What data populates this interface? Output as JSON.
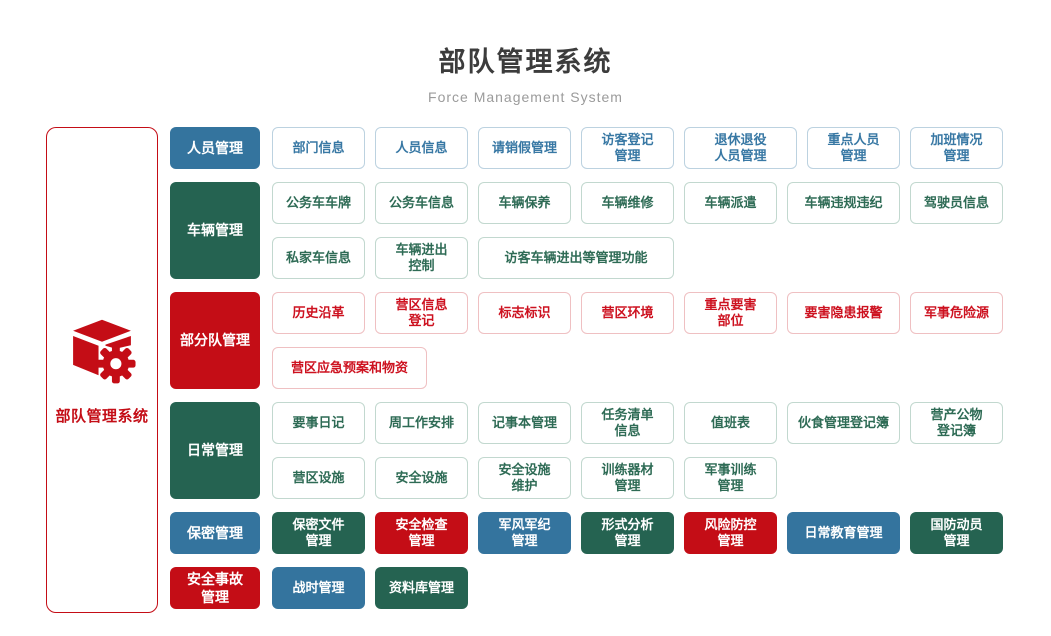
{
  "header": {
    "title": "部队管理系统",
    "subtitle": "Force Management System"
  },
  "root": {
    "label": "部队管理系统",
    "icon": "cube-gear-icon"
  },
  "colors": {
    "blue": "#34749E",
    "green": "#256351",
    "red": "#C40D16",
    "blue_border": "#BCD2E0",
    "green_border": "#C2D8CF",
    "red_border": "#EFC0C2",
    "title": "#3C3C3C",
    "subtitle": "#9B9B9B"
  },
  "rows": [
    {
      "id": "personnel",
      "category": {
        "label": "人员管理",
        "color": "blue"
      },
      "item_style": "outline",
      "item_color": "blue",
      "lines": [
        [
          {
            "label": "部门信息"
          },
          {
            "label": "人员信息"
          },
          {
            "label": "请销假管理"
          },
          {
            "label": "访客登记\n管理"
          },
          {
            "label": "退休退役\n人员管理",
            "width": "wide"
          },
          {
            "label": "重点人员\n管理"
          },
          {
            "label": "加班情况\n管理"
          }
        ]
      ]
    },
    {
      "id": "vehicle",
      "category": {
        "label": "车辆管理",
        "color": "green"
      },
      "item_style": "outline",
      "item_color": "green",
      "lines": [
        [
          {
            "label": "公务车车牌"
          },
          {
            "label": "公务车信息"
          },
          {
            "label": "车辆保养"
          },
          {
            "label": "车辆维修"
          },
          {
            "label": "车辆派遣"
          },
          {
            "label": "车辆违规违纪",
            "width": "wide"
          },
          {
            "label": "驾驶员信息"
          }
        ],
        [
          {
            "label": "私家车信息"
          },
          {
            "label": "车辆进出\n控制"
          },
          {
            "label": "访客车辆进出等管理功能",
            "width": "xwide"
          }
        ]
      ]
    },
    {
      "id": "subunit",
      "category": {
        "label": "部分队管理",
        "color": "red"
      },
      "item_style": "outline",
      "item_color": "red",
      "lines": [
        [
          {
            "label": "历史沿革"
          },
          {
            "label": "营区信息\n登记"
          },
          {
            "label": "标志标识"
          },
          {
            "label": "营区环境"
          },
          {
            "label": "重点要害\n部位"
          },
          {
            "label": "要害隐患报警",
            "width": "wide"
          },
          {
            "label": "军事危险源"
          }
        ],
        [
          {
            "label": "营区应急预案和物资",
            "width": "mwide"
          }
        ]
      ]
    },
    {
      "id": "daily",
      "category": {
        "label": "日常管理",
        "color": "green"
      },
      "item_style": "outline",
      "item_color": "green",
      "lines": [
        [
          {
            "label": "要事日记"
          },
          {
            "label": "周工作安排"
          },
          {
            "label": "记事本管理"
          },
          {
            "label": "任务清单\n信息"
          },
          {
            "label": "值班表"
          },
          {
            "label": "伙食管理登记簿",
            "width": "wide"
          },
          {
            "label": "营产公物\n登记簿"
          }
        ],
        [
          {
            "label": "营区设施"
          },
          {
            "label": "安全设施"
          },
          {
            "label": "安全设施\n维护"
          },
          {
            "label": "训练器材\n管理"
          },
          {
            "label": "军事训练\n管理"
          }
        ]
      ]
    },
    {
      "id": "secrecy",
      "category": {
        "label": "保密管理",
        "color": "blue"
      },
      "item_style": "solid",
      "lines": [
        [
          {
            "label": "保密文件\n管理",
            "color": "green"
          },
          {
            "label": "安全检查\n管理",
            "color": "red"
          },
          {
            "label": "军风军纪\n管理",
            "color": "blue"
          },
          {
            "label": "形式分析\n管理",
            "color": "green"
          },
          {
            "label": "风险防控\n管理",
            "color": "red"
          },
          {
            "label": "日常教育管理",
            "color": "blue",
            "width": "wide"
          },
          {
            "label": "国防动员\n管理",
            "color": "green"
          }
        ]
      ]
    },
    {
      "id": "accident",
      "category": {
        "label": "安全事故\n管理",
        "color": "red"
      },
      "item_style": "solid",
      "lines": [
        [
          {
            "label": "战时管理",
            "color": "blue"
          },
          {
            "label": "资料库管理",
            "color": "green"
          }
        ]
      ]
    }
  ]
}
